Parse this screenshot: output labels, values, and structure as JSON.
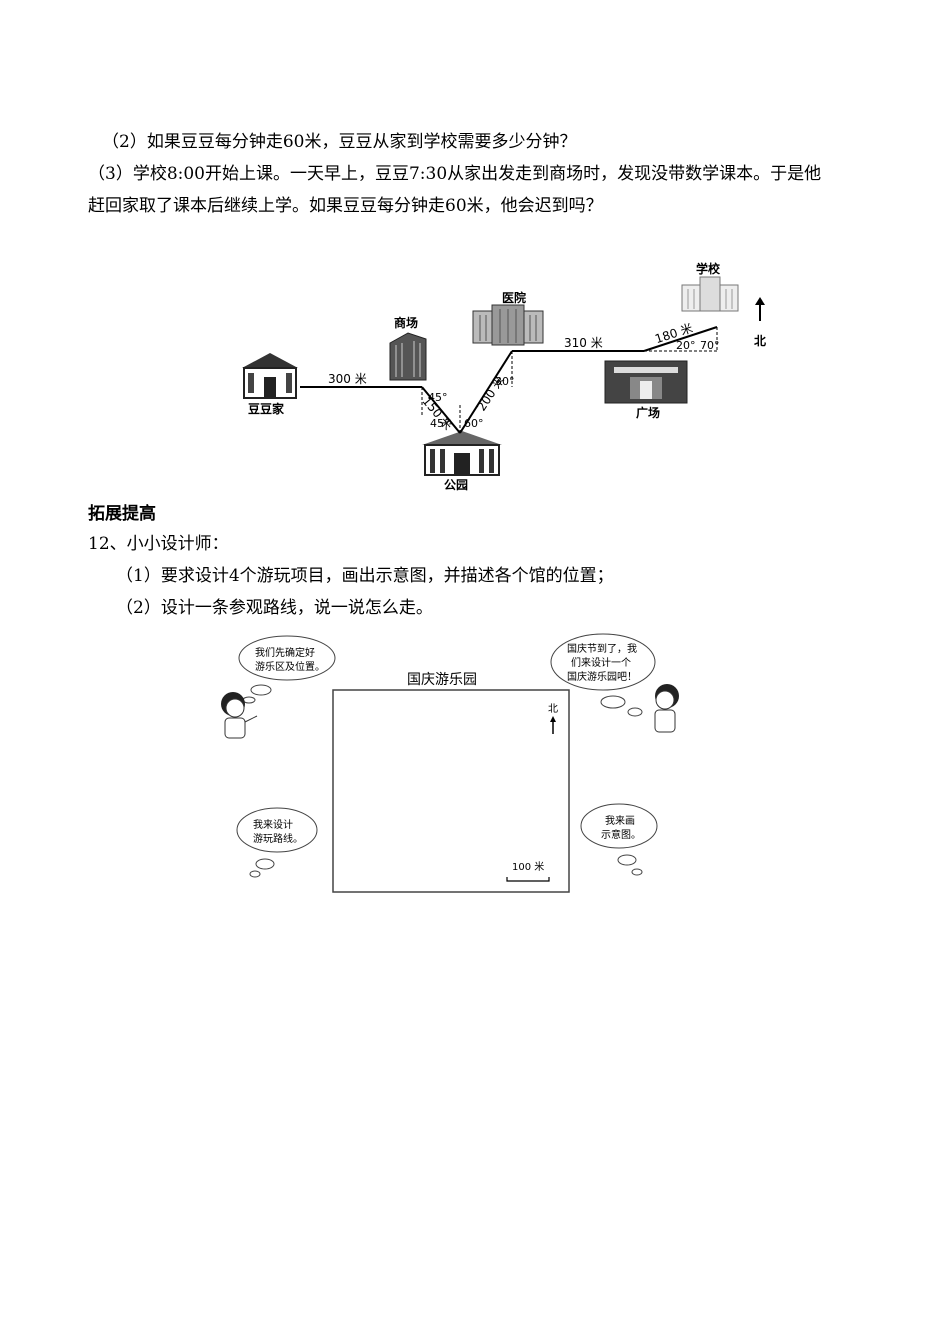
{
  "questions": {
    "q2": "（2）如果豆豆每分钟走60米，豆豆从家到学校需要多少分钟？",
    "q3_line1": "（3）学校8:00开始上课。一天早上，豆豆7:30从家出发走到商场时，发现没带数学课本。于是他",
    "q3_line2": "赶回家取了课本后继续上学。如果豆豆每分钟走60米，他会迟到吗？"
  },
  "map": {
    "places": {
      "home": "豆豆家",
      "mall": "商场",
      "park": "公园",
      "hospital": "医院",
      "square": "广场",
      "school": "学校"
    },
    "distances": {
      "home_mall": "300 米",
      "mall_park": "150 米",
      "park_hospital": "200 米",
      "hospital_square": "310 米",
      "square_school": "180 米"
    },
    "angles": {
      "mall_top": "45°",
      "park_left": "45°",
      "park_right": "60°",
      "hospital": "30°",
      "square_left": "20°",
      "square_right": "70°"
    },
    "north": "北"
  },
  "section_title": "拓展提高",
  "q12": {
    "title": "12、小小设计师：",
    "item1": "（1）要求设计4个游玩项目，画出示意图，并描述各个馆的位置；",
    "item2": "（2）设计一条参观路线，说一说怎么走。"
  },
  "design": {
    "park_title": "国庆游乐园",
    "north": "北",
    "scale": "100 米",
    "bubble_tl_1": "我们先确定好",
    "bubble_tl_2": "游乐区及位置。",
    "bubble_tr_1": "国庆节到了，我",
    "bubble_tr_2": "们来设计一个",
    "bubble_tr_3": "国庆游乐园吧！",
    "bubble_bl_1": "我来设计",
    "bubble_bl_2": "游玩路线。",
    "bubble_br_1": "我来画",
    "bubble_br_2": "示意图。"
  }
}
